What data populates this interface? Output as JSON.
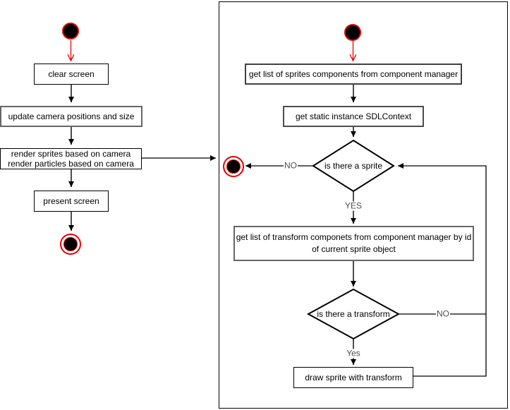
{
  "diagram": {
    "left_flow": {
      "steps": {
        "clear_screen": "clear screen",
        "update_camera": "update camera positions and size",
        "render_line1": "render sprites based on camera",
        "render_line2": "render particles based on camera",
        "present_screen": "present screen"
      }
    },
    "right_flow": {
      "steps": {
        "get_sprites": "get list of sprites components from component manager",
        "get_sdlcontext": "get static instance SDLContext",
        "get_transform_line1": "get list of transform componets from component manager by id",
        "get_transform_line2": "of current sprite object",
        "draw_sprite": "draw sprite with transform"
      },
      "decisions": {
        "sprite": {
          "label": "is there a sprite",
          "no": "NO",
          "yes": "YES"
        },
        "transform": {
          "label": "is there a transform",
          "no": "NO",
          "yes": "Yes"
        }
      }
    },
    "colors": {
      "node_red": "#e60000",
      "shape_border_black": "#000000",
      "shape_border_gray": "#666666",
      "connector_gray": "#4d4d4d",
      "branch_label_text": "#4d4d4d",
      "background": "#ffffff"
    }
  }
}
